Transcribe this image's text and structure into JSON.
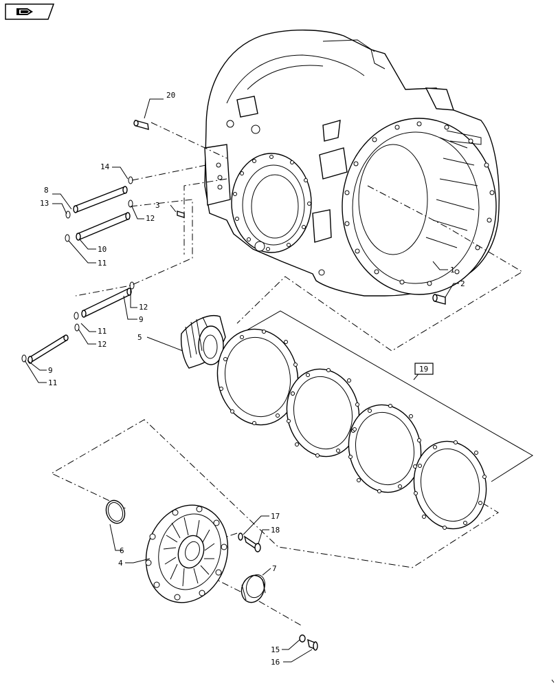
{
  "nav_icon": "forward-arrow-icon",
  "callouts": {
    "c1": "1",
    "c2": "2",
    "c3": "3",
    "c4": "4",
    "c5": "5",
    "c6": "6",
    "c7": "7",
    "c8": "8",
    "c9a": "9",
    "c9b": "9",
    "c10": "10",
    "c11a": "11",
    "c11b": "11",
    "c11c": "11",
    "c12a": "12",
    "c12b": "12",
    "c12c": "12",
    "c13": "13",
    "c14": "14",
    "c15": "15",
    "c16": "16",
    "c17": "17",
    "c18": "18",
    "c19": "19",
    "c20": "20"
  }
}
